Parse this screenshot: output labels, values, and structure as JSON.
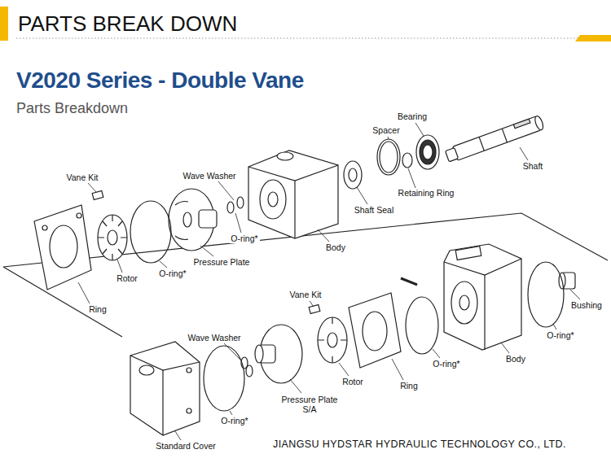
{
  "diagram": {
    "title": "V2020 Series - Double Vane",
    "labels": [
      "PARTS BREAK DOWN",
      "Parts Breakdown",
      "Bearing",
      "Spacer",
      "Shaft",
      "Vane Kit",
      "Wave Washer",
      "Retaining Ring",
      "Shaft Seal",
      "O-ring*",
      "Body",
      "Pressure Plate",
      "Rotor",
      "O-ring*",
      "Ring",
      "Vane Kit",
      "Wave Washer",
      "Bushing",
      "O-ring*",
      "Body",
      "O-ring*",
      "Ring",
      "Rotor",
      "Pressure Plate S/A",
      "O-ring*",
      "Standard Cover",
      "JIANGSU HYDSTAR HYDRAULIC TECHNOLOGY CO., LTD."
    ]
  }
}
